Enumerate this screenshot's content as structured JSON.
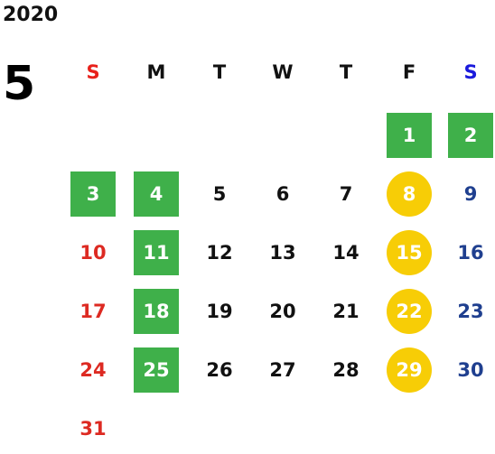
{
  "calendar": {
    "year": "2020",
    "month": "5",
    "weekdays": [
      "S",
      "M",
      "T",
      "W",
      "T",
      "F",
      "S"
    ],
    "first_weekday_index": 5,
    "days_in_month": 31,
    "green_days": [
      1,
      2,
      3,
      4,
      11,
      18,
      25
    ],
    "yellow_days": [
      8,
      15,
      22,
      29
    ],
    "colors": {
      "sunday_header": "#e8211b",
      "saturday_header": "#1a1adc",
      "sunday_date": "#dd2a22",
      "saturday_date": "#1f3f8f",
      "green_highlight": "#3fb04a",
      "yellow_highlight": "#f7cd06",
      "default_text": "#111111"
    }
  }
}
